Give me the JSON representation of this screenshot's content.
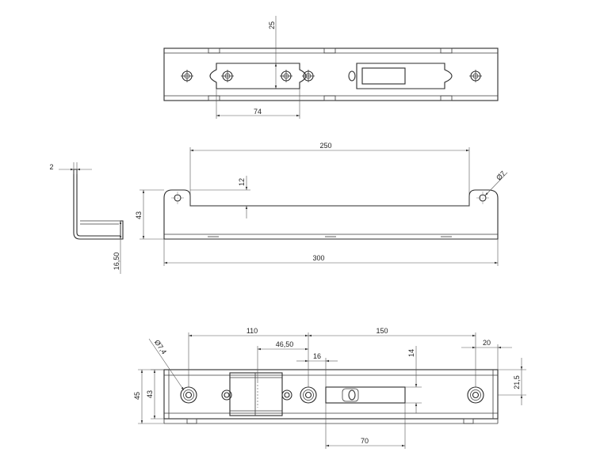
{
  "top_view": {
    "dim_length": "74",
    "dim_offset": "25"
  },
  "front_view": {
    "dim_length": "300",
    "dim_slot": "250",
    "dim_height": "43",
    "dim_slot_depth": "12",
    "dim_hole": "Ø7"
  },
  "side_view": {
    "dim_thickness": "2",
    "dim_lip": "16,50"
  },
  "bottom_view": {
    "dim_spacing_a": "110",
    "dim_spacing_b": "150",
    "dim_center": "46,50",
    "dim_small": "16",
    "dim_edge": "20",
    "dim_slot_h": "14",
    "dim_slot_w": "70",
    "dim_height_outer": "45",
    "dim_height_inner": "43",
    "dim_half": "21,5",
    "dim_hole": "Ø7,4"
  }
}
